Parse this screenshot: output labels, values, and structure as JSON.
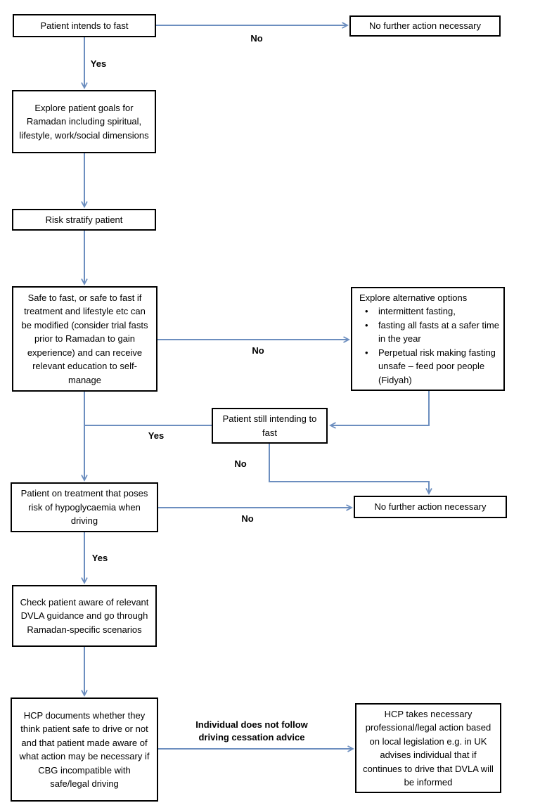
{
  "colors": {
    "arrow": "#6c8ebf",
    "box_border": "#000000",
    "text": "#000000",
    "background": "#ffffff"
  },
  "nodes": {
    "patient_intends": {
      "label": "Patient intends to fast"
    },
    "no_action_top": {
      "label": "No further action necessary"
    },
    "explore_goals": {
      "label": "Explore patient goals for Ramadan including spiritual, lifestyle, work/social dimensions"
    },
    "risk_stratify": {
      "label": "Risk stratify patient"
    },
    "safe_to_fast": {
      "label": "Safe to fast, or safe to fast if treatment and lifestyle etc can be modified (consider trial fasts prior to Ramadan to gain experience) and can receive relevant education to self-manage"
    },
    "explore_alternatives": {
      "title": "Explore alternative options",
      "bullets": [
        "intermittent fasting,",
        "fasting all fasts at a safer time in the year",
        "Perpetual risk making fasting unsafe – feed poor people (Fidyah)"
      ]
    },
    "still_intending": {
      "label": "Patient still intending to fast"
    },
    "treatment_risk": {
      "label": "Patient on treatment that poses risk of hypoglycaemia when driving"
    },
    "no_action_bottom": {
      "label": "No further action necessary"
    },
    "check_dvla": {
      "label": "Check patient aware of relevant DVLA guidance and go through Ramadan-specific scenarios"
    },
    "hcp_documents": {
      "label": "HCP documents whether they think patient safe to drive or not and that patient made aware of what action may be necessary if CBG incompatible with safe/legal driving"
    },
    "hcp_action": {
      "label": "HCP takes necessary professional/legal action based on local legislation e.g. in UK advises individual that if continues to drive that DVLA will be informed"
    }
  },
  "edge_labels": {
    "intends_no": "No",
    "intends_yes": "Yes",
    "safe_no": "No",
    "still_yes": "Yes",
    "still_no": "No",
    "treatment_no": "No",
    "treatment_yes": "Yes",
    "cessation": "Individual does not follow driving cessation advice"
  }
}
